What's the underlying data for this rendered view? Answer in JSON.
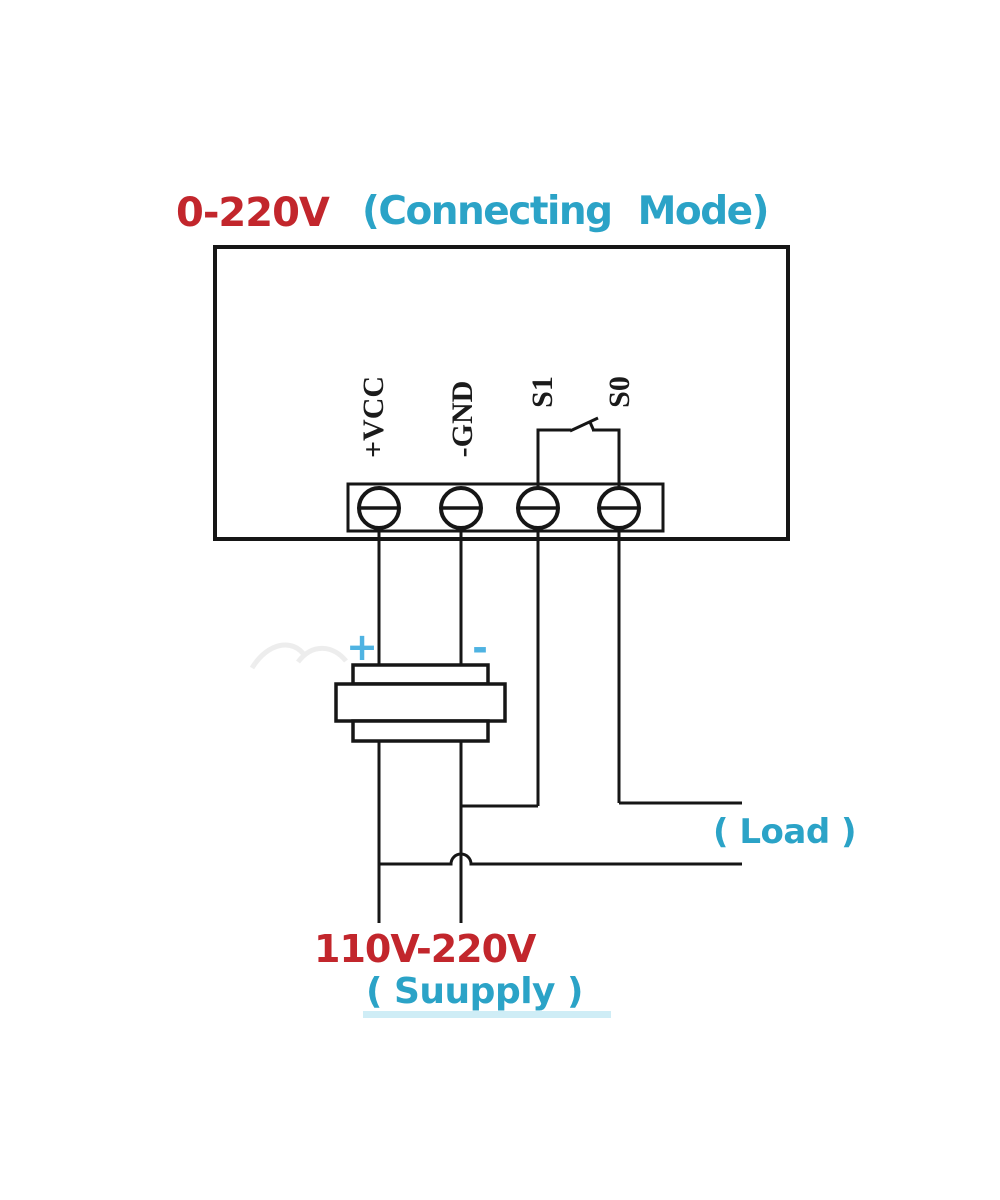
{
  "title": {
    "voltage_range": "0-220V",
    "mode": "(Connecting Mode)"
  },
  "controller": {
    "terminals": [
      {
        "label": "+VCC"
      },
      {
        "label": "-GND"
      },
      {
        "label": "S1"
      },
      {
        "label": "S0"
      }
    ]
  },
  "power_adapter": {
    "plus": "+",
    "minus": "-"
  },
  "load": {
    "label": "( Load )"
  },
  "supply": {
    "voltage": "110V-220V",
    "label": "( Suupply )"
  },
  "colors": {
    "red": "#C2262C",
    "teal": "#2BA3C7",
    "light_blue": "#4FB3E2",
    "wire": "#161616",
    "underline": "#BFE7F3"
  }
}
